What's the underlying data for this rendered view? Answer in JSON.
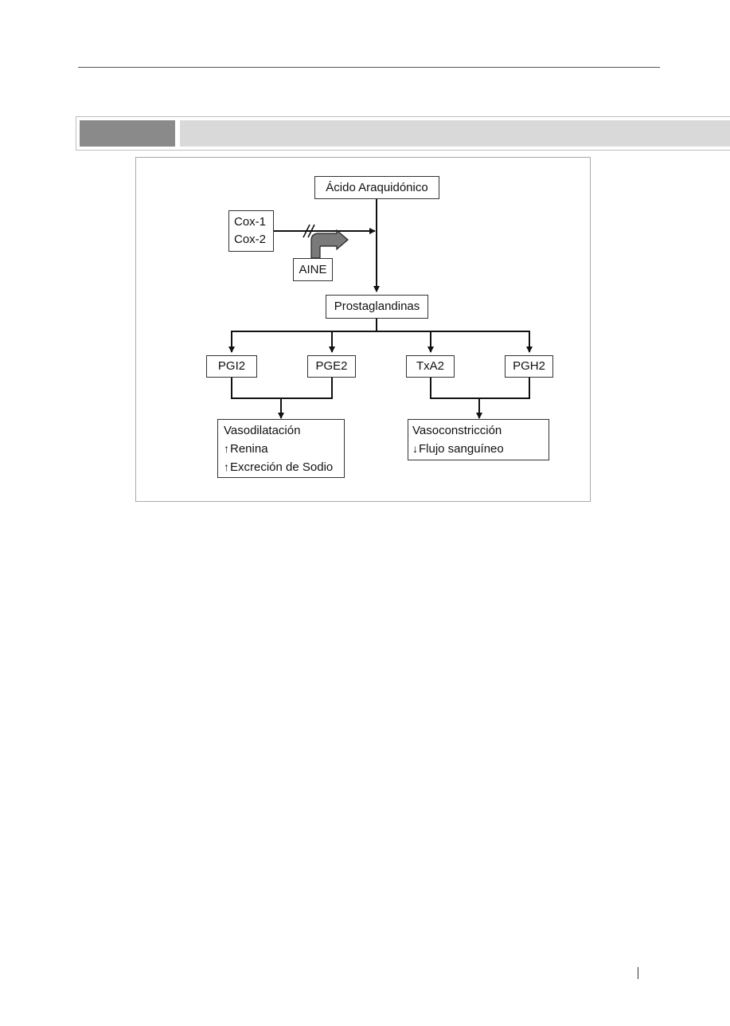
{
  "diagram": {
    "nodes": {
      "acido": "Ácido Araquidónico",
      "cox1": "Cox-1",
      "cox2": "Cox-2",
      "aine": "AINE",
      "prostaglandinas": "Prostaglandinas",
      "pgi2": "PGI2",
      "pge2": "PGE2",
      "txa2": "TxA2",
      "pgh2": "PGH2"
    },
    "effects_left": {
      "title": "Vasodilatación",
      "line1": "Renina",
      "line2": "Excreción de Sodio"
    },
    "effects_right": {
      "title": "Vasoconstricción",
      "line1": "Flujo sanguíneo"
    },
    "symbols": {
      "up": "↑",
      "down": "↓"
    }
  }
}
